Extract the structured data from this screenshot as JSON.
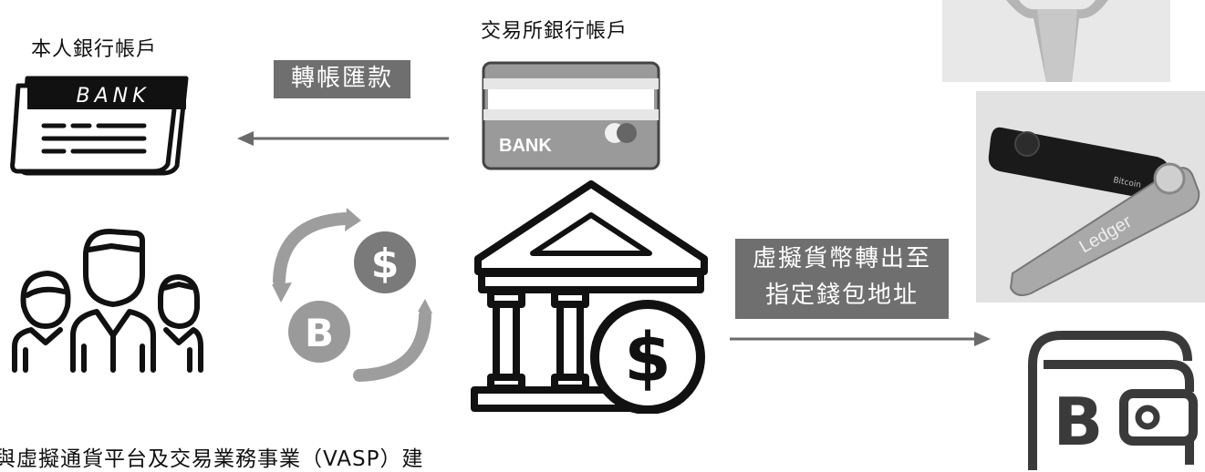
{
  "labels": {
    "personal_bank": "本人銀行帳戶",
    "exchange_bank": "交易所銀行帳戶",
    "bottom_text": "與虛擬通貨平台及交易業務事業（VASP）建"
  },
  "tags": {
    "transfer": "轉帳匯款",
    "crypto_out_line1": "虛擬貨幣轉出至",
    "crypto_out_line2": "指定錢包地址"
  },
  "icons": {
    "personal_bank_book": "BANK",
    "exchange_card": "BANK",
    "ledger_brand": "Ledger",
    "ledger_coin": "Bitcoin",
    "dollar_symbol": "$",
    "bitcoin_symbol": "B"
  },
  "colors": {
    "tag_bg": "#6f6f6f",
    "arrow": "#6a6a6a"
  }
}
